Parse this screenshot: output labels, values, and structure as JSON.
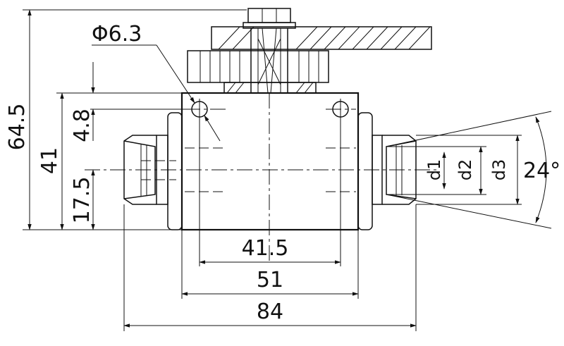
{
  "dimensions": {
    "height_total": "64.5",
    "height_body": "41",
    "offset_top": "4.8",
    "offset_center": "17.5",
    "hole_diameter": "Φ6.3",
    "width_inner": "41.5",
    "width_body": "51",
    "width_total": "84",
    "bore_d1": "d1",
    "bore_d2": "d2",
    "bore_d3": "d3",
    "angle": "24°"
  },
  "colors": {
    "line": "#111111",
    "background": "#ffffff"
  }
}
